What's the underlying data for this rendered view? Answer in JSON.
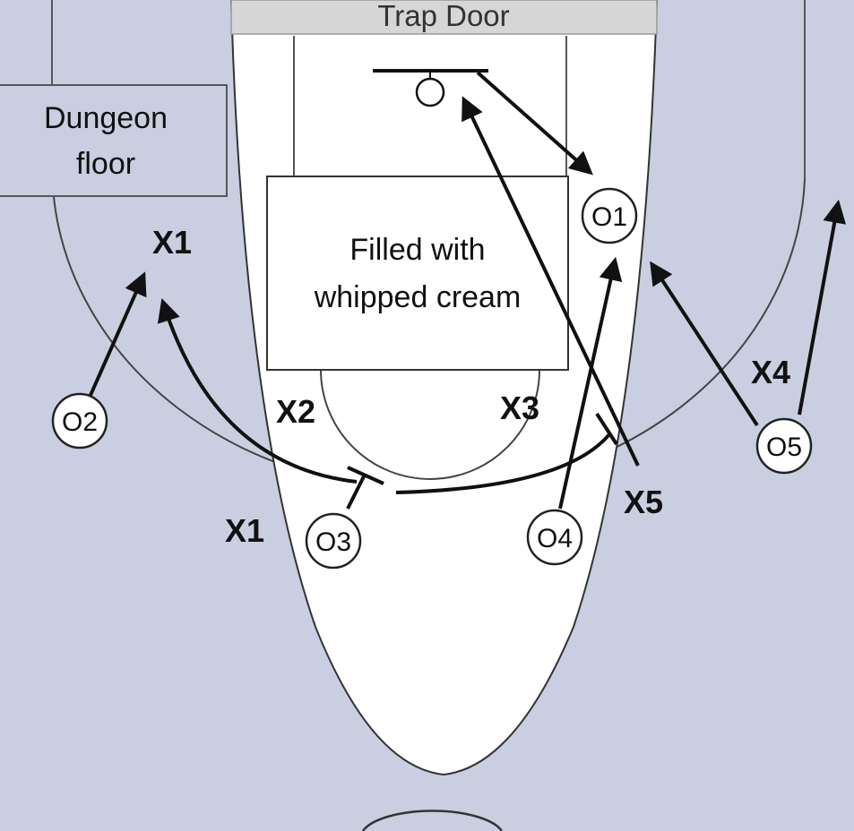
{
  "diagram": {
    "trap_door_label": "Trap Door",
    "dungeon_label_line1": "Dungeon",
    "dungeon_label_line2": "floor",
    "cream_label_line1": "Filled with",
    "cream_label_line2": "whipped cream",
    "colors": {
      "court_background": "#c9cfe0",
      "key_area": "#ffffff",
      "trap_door_bar": "#d6d6d6",
      "lines": "#111111"
    },
    "offensive_players": [
      {
        "label": "O1"
      },
      {
        "label": "O2"
      },
      {
        "label": "O3"
      },
      {
        "label": "O4"
      },
      {
        "label": "O5"
      }
    ],
    "defenders": [
      {
        "label": "X1"
      },
      {
        "label": "X1"
      },
      {
        "label": "X2"
      },
      {
        "label": "X3"
      },
      {
        "label": "X4"
      },
      {
        "label": "X5"
      }
    ]
  }
}
